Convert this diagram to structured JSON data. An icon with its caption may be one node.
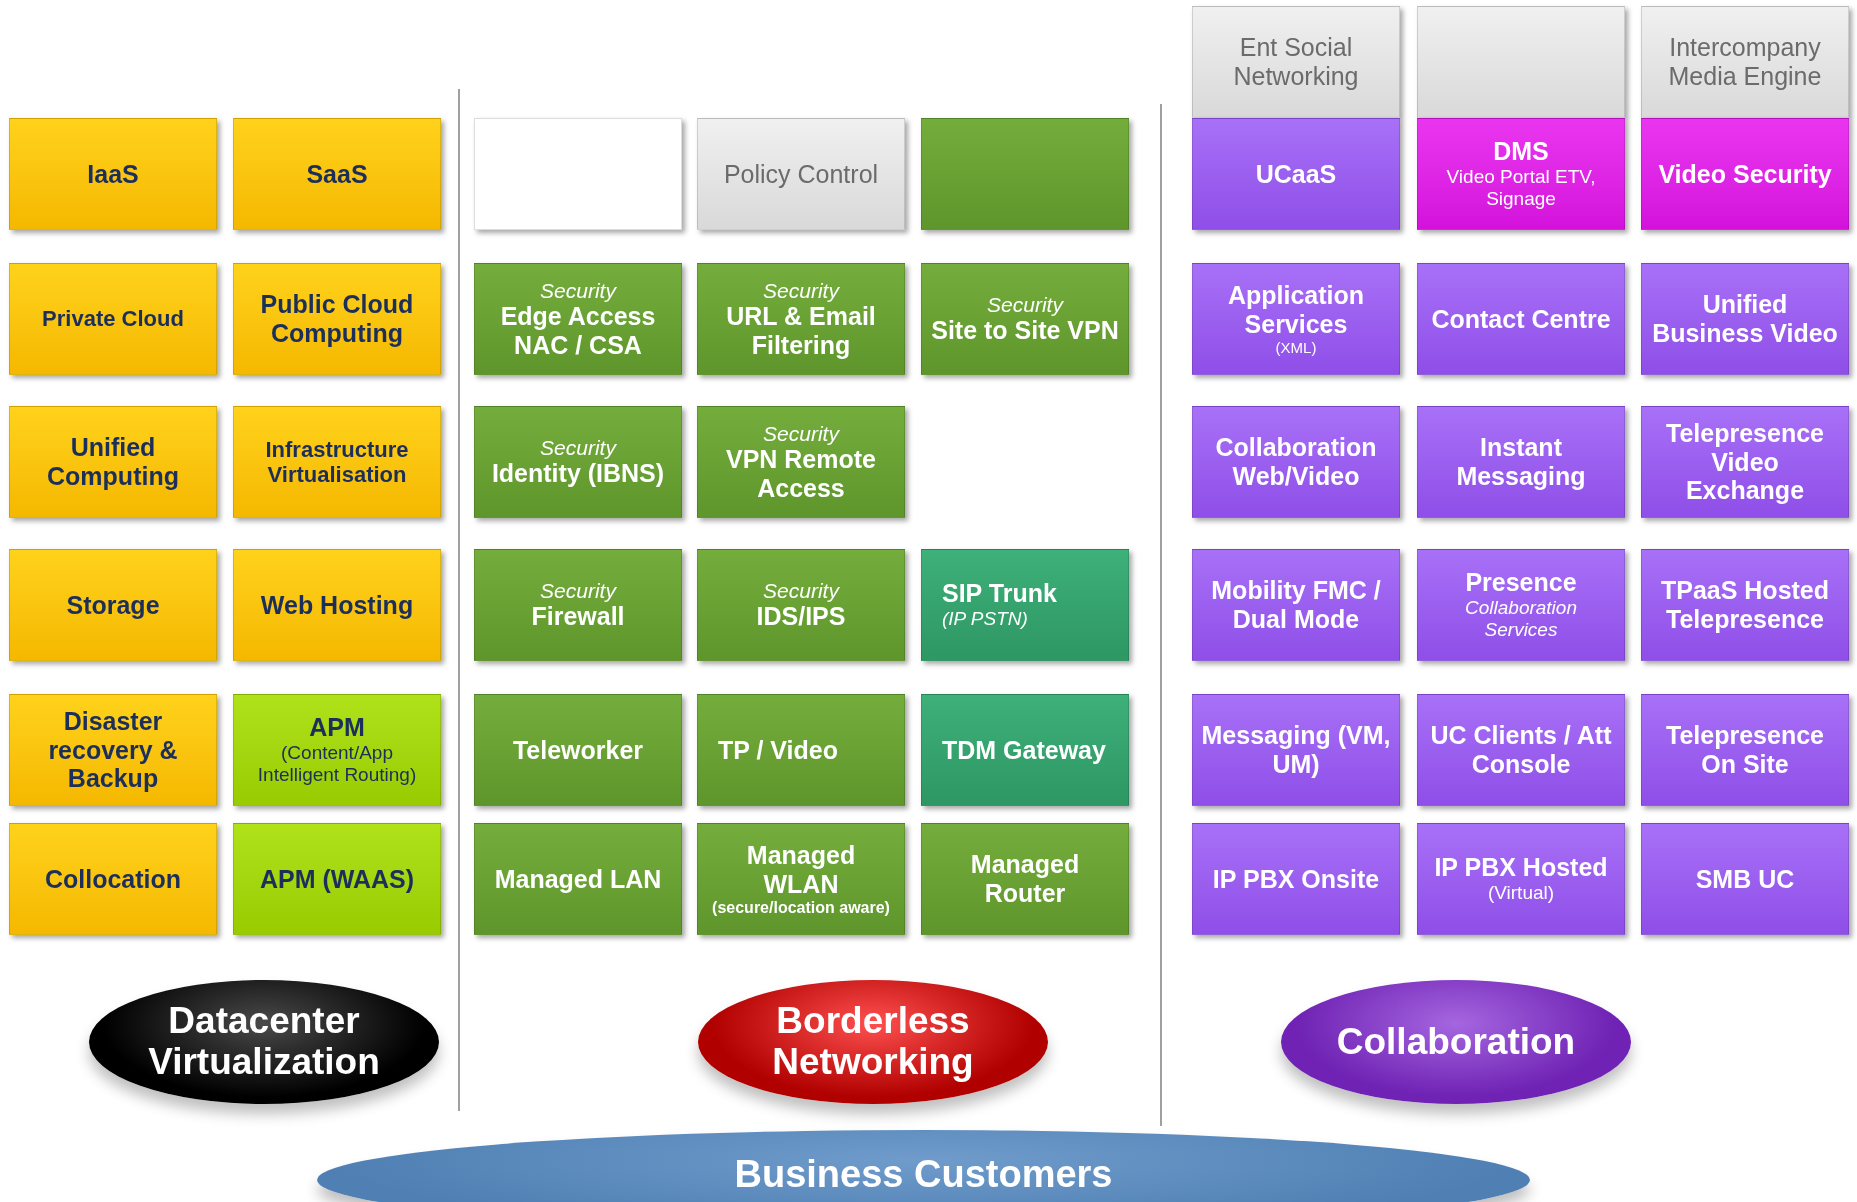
{
  "diagram": {
    "nodes": [
      {
        "text": [
          "Ent Social Networking"
        ]
      },
      {
        "text": [],
        "shape": "box"
      },
      {
        "text": [
          "Intercompany Media Engine"
        ]
      },
      {
        "text": [
          "IaaS"
        ]
      },
      {
        "text": [
          "SaaS"
        ]
      },
      {
        "text": [],
        "shape": "box"
      },
      {
        "text": [
          "Policy Control"
        ]
      },
      {
        "text": [],
        "shape": "box"
      },
      {
        "text": [
          "UCaaS"
        ]
      },
      {
        "text": [
          "DMS",
          "Video Portal ETV, Signage"
        ]
      },
      {
        "text": [
          "Video Security"
        ]
      },
      {
        "text": [
          "Private Cloud"
        ]
      },
      {
        "text": [
          "Public Cloud Computing"
        ]
      },
      {
        "text": [
          "Security",
          "Edge Access NAC / CSA"
        ]
      },
      {
        "text": [
          "Security",
          "URL & Email Filtering"
        ]
      },
      {
        "text": [
          "Security",
          "Site to Site VPN"
        ]
      },
      {
        "text": [
          "Application Services",
          "(XML)"
        ]
      },
      {
        "text": [
          "Contact Centre"
        ]
      },
      {
        "text": [
          "Unified Business Video"
        ]
      },
      {
        "text": [
          "Unified Computing"
        ]
      },
      {
        "text": [
          "Infrastructure Virtualisation"
        ]
      },
      {
        "text": [
          "Security",
          "Identity (IBNS)"
        ]
      },
      {
        "text": [
          "Security",
          "VPN Remote Access"
        ]
      },
      {
        "text": [
          "Collaboration Web/Video"
        ]
      },
      {
        "text": [
          "Instant Messaging"
        ]
      },
      {
        "text": [
          "Telepresence Video Exchange"
        ]
      },
      {
        "text": [
          "Storage"
        ]
      },
      {
        "text": [
          "Web Hosting"
        ]
      },
      {
        "text": [
          "Security",
          "Firewall"
        ]
      },
      {
        "text": [
          "Security",
          "IDS/IPS"
        ]
      },
      {
        "text": [
          "SIP Trunk",
          "(IP PSTN)"
        ]
      },
      {
        "text": [
          "Mobility FMC / Dual Mode"
        ]
      },
      {
        "text": [
          "Presence",
          "Collaboration Services"
        ]
      },
      {
        "text": [
          "TPaaS Hosted Telepresence"
        ]
      },
      {
        "text": [
          "Disaster recovery & Backup"
        ]
      },
      {
        "text": [
          "APM",
          "(Content/App Intelligent Routing)"
        ]
      },
      {
        "text": [
          "Teleworker"
        ]
      },
      {
        "text": [
          "TP / Video"
        ]
      },
      {
        "text": [
          "TDM Gateway"
        ]
      },
      {
        "text": [
          "Messaging (VM, UM)"
        ]
      },
      {
        "text": [
          "UC Clients / Att Console"
        ]
      },
      {
        "text": [
          "Telepresence On Site"
        ]
      },
      {
        "text": [
          "Collocation"
        ]
      },
      {
        "text": [
          "APM (WAAS)"
        ]
      },
      {
        "text": [
          "Managed LAN"
        ]
      },
      {
        "text": [
          "Managed WLAN",
          "(secure/location aware)"
        ]
      },
      {
        "text": [
          "Managed Router"
        ]
      },
      {
        "text": [
          "IP PBX Onsite"
        ]
      },
      {
        "text": [
          "IP PBX Hosted",
          "(Virtual)"
        ]
      },
      {
        "text": [
          "SMB UC"
        ]
      },
      {
        "text": [
          "Datacenter Virtualization"
        ]
      },
      {
        "text": [
          "Borderless Networking"
        ]
      },
      {
        "text": [
          "Collaboration"
        ]
      },
      {
        "text": [
          "Business Customers"
        ]
      }
    ]
  }
}
